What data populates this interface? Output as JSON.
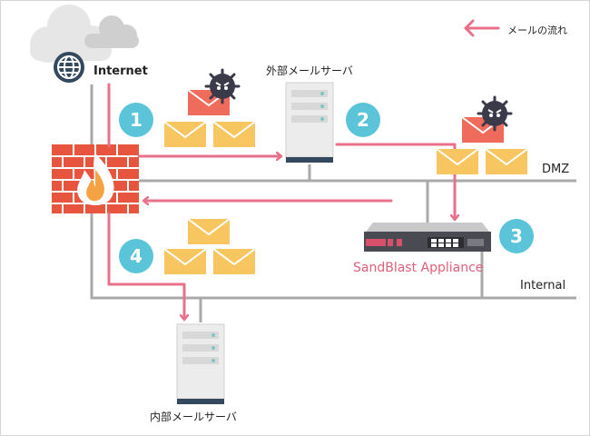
{
  "legend": {
    "label": "メールの流れ",
    "icon": "arrow-left-icon"
  },
  "nodes": {
    "internet": "Internet",
    "external_mail_server": "外部メールサーバ",
    "internal_mail_server": "内部メールサーバ",
    "sandblast": "SandBlast Appliance"
  },
  "zones": {
    "dmz": "DMZ",
    "internal": "Internal"
  },
  "steps": [
    "1",
    "2",
    "3",
    "4"
  ],
  "colors": {
    "flow": "#e8708a",
    "network_line": "#a9a9a9",
    "badge": "#5bc4d8",
    "envelope": "#f7c660",
    "malicious_envelope": "#ef6b5b",
    "firewall": "#e8553f",
    "server": "#e9e9e9"
  }
}
